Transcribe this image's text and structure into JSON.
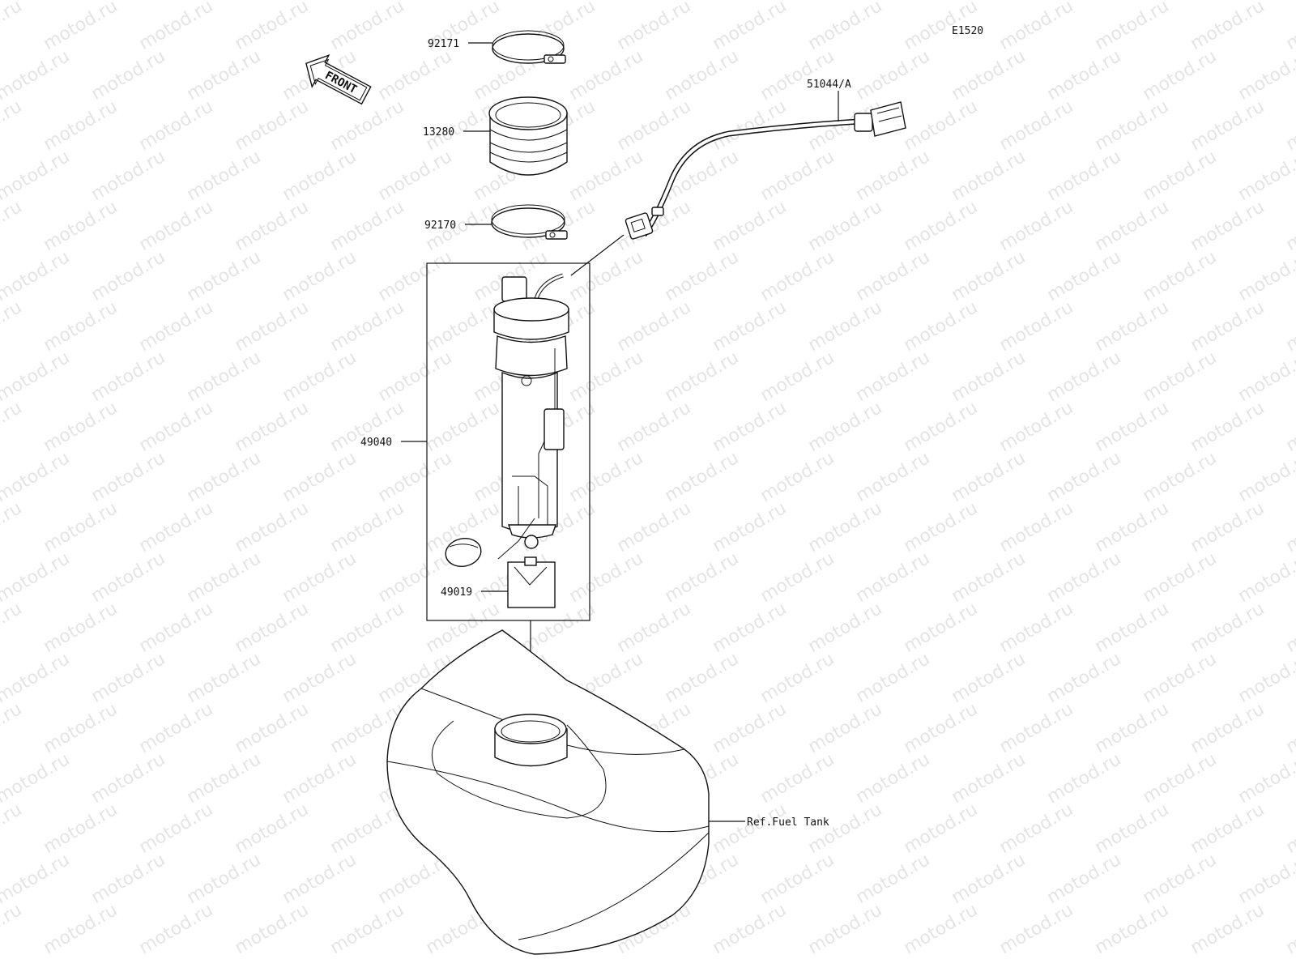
{
  "diagram_code": "E1520",
  "front_label": "FRONT",
  "watermark": "motod.ru",
  "callouts": {
    "clamp_top": "92171",
    "seal": "13280",
    "clamp_bottom": "92170",
    "harness": "51044/A",
    "pump_assy": "49040",
    "filter": "49019",
    "fuel_tank_ref": "Ref.Fuel Tank"
  }
}
